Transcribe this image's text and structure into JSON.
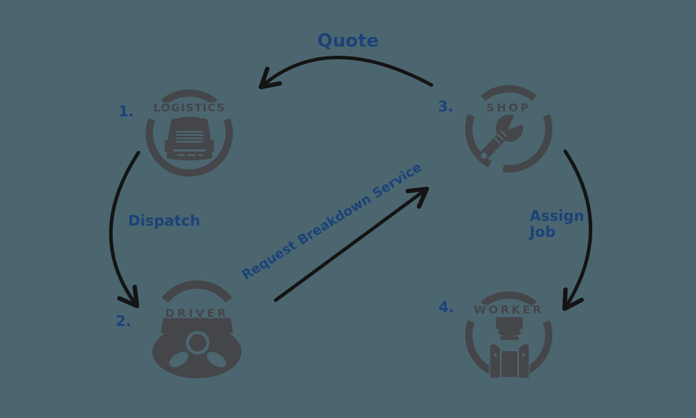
{
  "title": "Breakdown service workflow diagram",
  "colors": {
    "background": "#4c6670",
    "icon": "#444649",
    "arrow": "#141414",
    "label": "#1b4378"
  },
  "nodes": [
    {
      "number": "1.",
      "label": "LOGISTICS",
      "icon": "truck-icon"
    },
    {
      "number": "2.",
      "label": "DRIVER",
      "icon": "steering-wheel-icon"
    },
    {
      "number": "3.",
      "label": "SHOP",
      "icon": "wrench-icon"
    },
    {
      "number": "4.",
      "label": "WORKER",
      "icon": "worker-icon"
    }
  ],
  "edges": [
    {
      "label": "Quote",
      "from": "3",
      "to": "1",
      "style": "curved"
    },
    {
      "label": "Dispatch",
      "from": "1",
      "to": "2",
      "style": "curved"
    },
    {
      "label": "Request Breakdown Service",
      "from": "2",
      "to": "3",
      "style": "straight"
    },
    {
      "label": "Assign Job",
      "from": "3",
      "to": "4",
      "style": "curved"
    }
  ]
}
